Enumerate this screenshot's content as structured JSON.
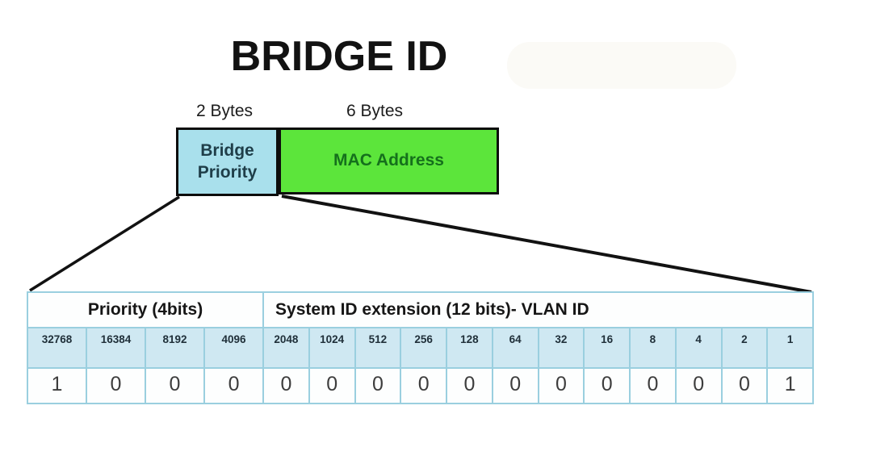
{
  "title": "BRIDGE ID",
  "bridge_fields": {
    "priority": {
      "size": "2 Bytes",
      "label": "Bridge Priority"
    },
    "mac": {
      "size": "6 Bytes",
      "label": "MAC Address"
    }
  },
  "table": {
    "sections": {
      "priority": "Priority (4bits)",
      "system_id": "System ID extension (12 bits)- VLAN ID"
    },
    "place_values": [
      "32768",
      "16384",
      "8192",
      "4096",
      "2048",
      "1024",
      "512",
      "256",
      "128",
      "64",
      "32",
      "16",
      "8",
      "4",
      "2",
      "1"
    ],
    "bits": [
      "1",
      "0",
      "0",
      "0",
      "0",
      "0",
      "0",
      "0",
      "0",
      "0",
      "0",
      "0",
      "0",
      "0",
      "0",
      "1"
    ]
  },
  "colors": {
    "priority_box_fill": "#a9e0ec",
    "mac_box_fill": "#5ce53b",
    "table_border": "#9acfdf",
    "place_value_row_fill": "#cfe8f2",
    "box_outline": "#0d0d0d",
    "line_color": "#121212"
  }
}
